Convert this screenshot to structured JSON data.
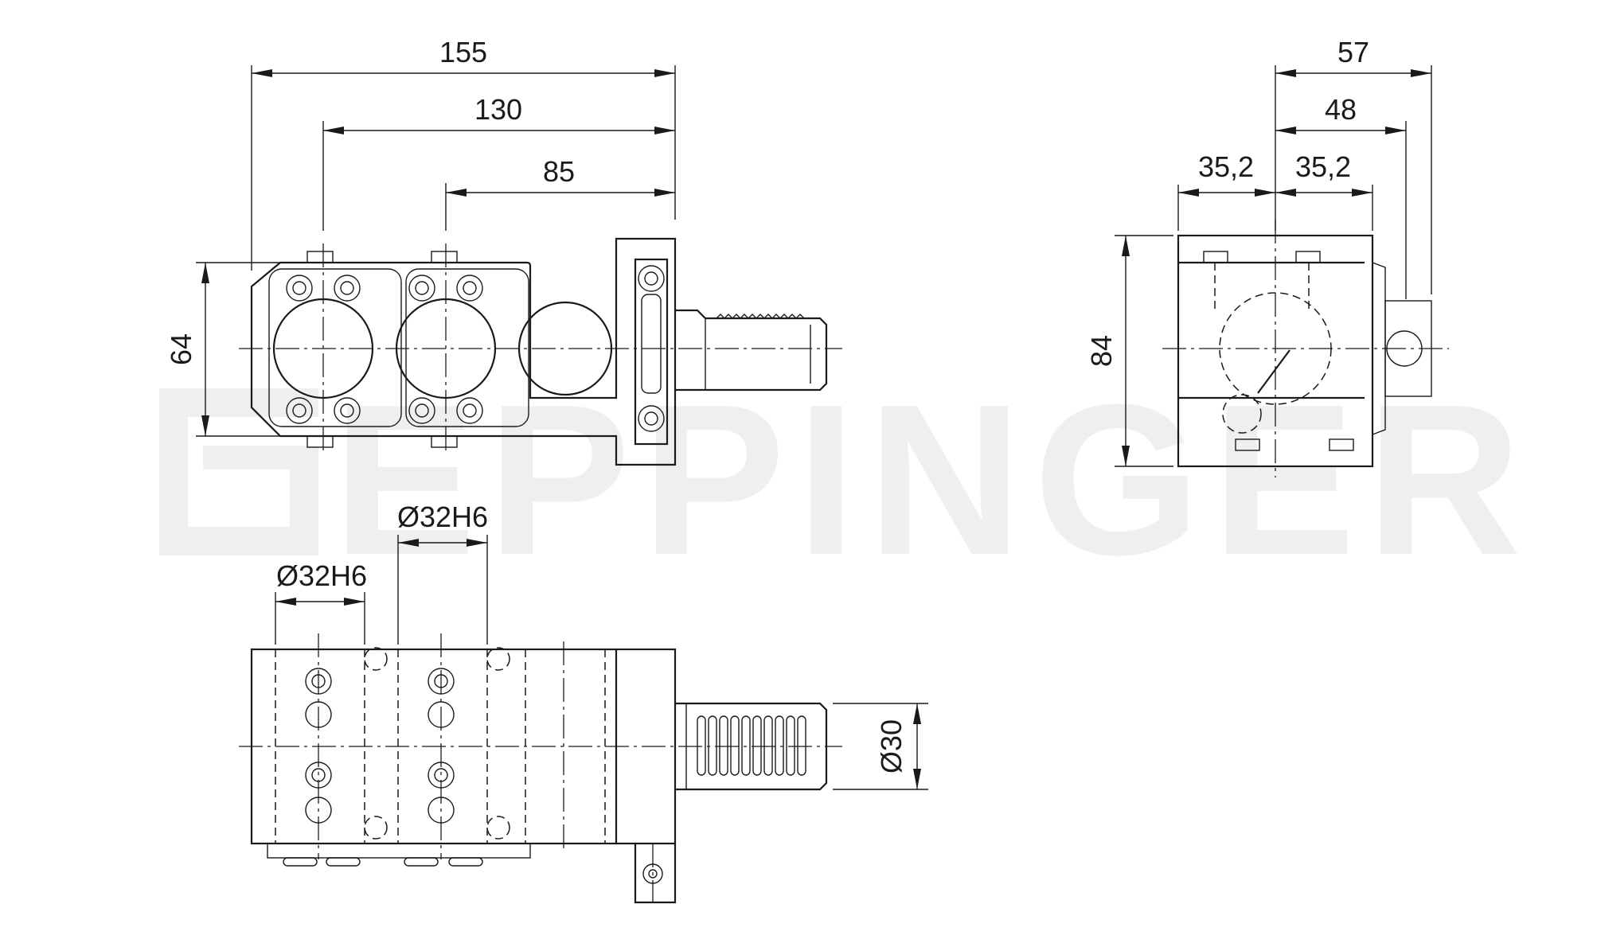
{
  "watermark": {
    "text": "EPPINGER",
    "color": "#efefef"
  },
  "line_color": "#1a1a1a",
  "dimensions": {
    "top_view_width_overall": "155",
    "top_view_width_mid": "130",
    "top_view_width_short": "85",
    "top_view_height": "64",
    "side_view_width_overall": "57",
    "side_view_width_mid": "48",
    "side_view_half_left": "35,2",
    "side_view_half_right": "35,2",
    "side_view_height": "84",
    "bore_diameter_right": "Ø32H6",
    "bore_diameter_left": "Ø32H6",
    "shank_diameter": "Ø30"
  }
}
